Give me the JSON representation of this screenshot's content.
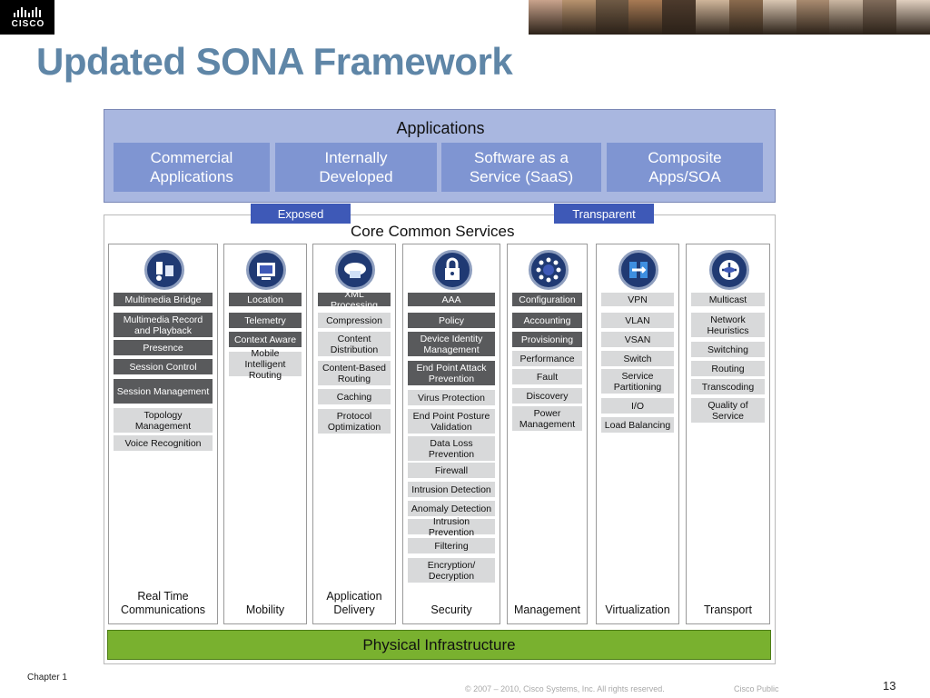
{
  "header": {
    "logo_text": "CISCO",
    "title": "Updated SONA Framework",
    "photo_colors": [
      "#c9a38c",
      "#b7926e",
      "#6f5a45",
      "#a77a54",
      "#4c3a2c",
      "#cfb59a",
      "#8a6b4e",
      "#d9c6b2",
      "#a98b70",
      "#cbb7a2",
      "#7f6b5a",
      "#e0cfbf"
    ]
  },
  "applications": {
    "title": "Applications",
    "tiles": [
      {
        "line1": "Commercial",
        "line2": "Applications"
      },
      {
        "line1": "Internally",
        "line2": "Developed"
      },
      {
        "line1": "Software as a",
        "line2": "Service (SaaS)"
      },
      {
        "line1": "Composite",
        "line2": "Apps/SOA"
      }
    ]
  },
  "connectors": {
    "exposed": "Exposed",
    "transparent": "Transparent"
  },
  "core": {
    "title": "Core Common Services",
    "columns": [
      {
        "footer": [
          "Real Time",
          "Communications"
        ],
        "icon": "communications-icon",
        "items": [
          {
            "t": "Multimedia Bridge",
            "s": "dark"
          },
          {
            "t": "Multimedia Record and Playback",
            "s": "dark"
          },
          {
            "t": "Presence",
            "s": "dark"
          },
          {
            "t": "Session Control",
            "s": "dark"
          },
          {
            "t": "Session Management",
            "s": "dark"
          },
          {
            "t": "Topology Management",
            "s": "light"
          },
          {
            "t": "Voice Recognition",
            "s": "light"
          }
        ]
      },
      {
        "footer": [
          "Mobility"
        ],
        "icon": "mobility-icon",
        "items": [
          {
            "t": "Location",
            "s": "dark"
          },
          {
            "t": "Telemetry",
            "s": "dark"
          },
          {
            "t": "Context Aware",
            "s": "dark"
          },
          {
            "t": "Mobile Intelligent Routing",
            "s": "light"
          }
        ]
      },
      {
        "footer": [
          "Application",
          "Delivery"
        ],
        "icon": "application-delivery-icon",
        "items": [
          {
            "t": "XML Processing",
            "s": "dark"
          },
          {
            "t": "Compression",
            "s": "light"
          },
          {
            "t": "Content Distribution",
            "s": "light"
          },
          {
            "t": "Content-Based Routing",
            "s": "light"
          },
          {
            "t": "Caching",
            "s": "light"
          },
          {
            "t": "Protocol Optimization",
            "s": "light"
          }
        ]
      },
      {
        "footer": [
          "Security"
        ],
        "icon": "lock-icon",
        "items": [
          {
            "t": "AAA",
            "s": "dark"
          },
          {
            "t": "Policy",
            "s": "dark"
          },
          {
            "t": "Device Identity Management",
            "s": "dark"
          },
          {
            "t": "End Point Attack Prevention",
            "s": "dark"
          },
          {
            "t": "Virus Protection",
            "s": "light"
          },
          {
            "t": "End Point Posture Validation",
            "s": "light"
          },
          {
            "t": "Data Loss Prevention",
            "s": "light"
          },
          {
            "t": "Firewall",
            "s": "light"
          },
          {
            "t": "Intrusion Detection",
            "s": "light"
          },
          {
            "t": "Anomaly Detection",
            "s": "light"
          },
          {
            "t": "Intrusion Prevention",
            "s": "light"
          },
          {
            "t": "Filtering",
            "s": "light"
          },
          {
            "t": "Encryption/ Decryption",
            "s": "light"
          }
        ]
      },
      {
        "footer": [
          "Management"
        ],
        "icon": "management-icon",
        "items": [
          {
            "t": "Configuration",
            "s": "dark"
          },
          {
            "t": "Accounting",
            "s": "dark"
          },
          {
            "t": "Provisioning",
            "s": "dark"
          },
          {
            "t": "Performance",
            "s": "light"
          },
          {
            "t": "Fault",
            "s": "light"
          },
          {
            "t": "Discovery",
            "s": "light"
          },
          {
            "t": "Power Management",
            "s": "light"
          }
        ]
      },
      {
        "footer": [
          "Virtualization"
        ],
        "icon": "virtualization-icon",
        "items": [
          {
            "t": "VPN",
            "s": "light"
          },
          {
            "t": "VLAN",
            "s": "light"
          },
          {
            "t": "VSAN",
            "s": "light"
          },
          {
            "t": "Switch",
            "s": "light"
          },
          {
            "t": "Service Partitioning",
            "s": "light"
          },
          {
            "t": "I/O",
            "s": "light"
          },
          {
            "t": "Load Balancing",
            "s": "light"
          }
        ]
      },
      {
        "footer": [
          "Transport"
        ],
        "icon": "transport-icon",
        "items": [
          {
            "t": "Multicast",
            "s": "light"
          },
          {
            "t": "Network Heuristics",
            "s": "light"
          },
          {
            "t": "Switching",
            "s": "light"
          },
          {
            "t": "Routing",
            "s": "light"
          },
          {
            "t": "Transcoding",
            "s": "light"
          },
          {
            "t": "Quality of Service",
            "s": "light"
          }
        ]
      }
    ]
  },
  "physical": "Physical Infrastructure",
  "footer": {
    "chapter": "Chapter 1",
    "copyright": "© 2007 – 2010, Cisco Systems, Inc. All rights reserved.",
    "public": "Cisco Public",
    "page": "13"
  }
}
